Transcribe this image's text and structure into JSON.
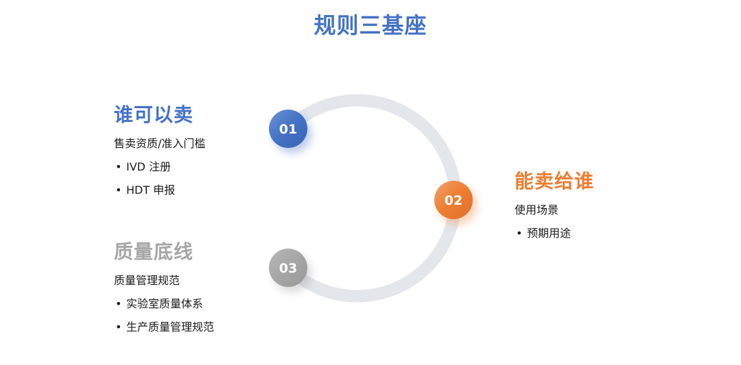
{
  "title": "规则三基座",
  "colors": {
    "blue": "#4472C4",
    "orange": "#ED7D31",
    "gray": "#A6A6A6",
    "ring": "#E3E6EA"
  },
  "nodes": [
    {
      "number": "01",
      "color": "#4472C4"
    },
    {
      "number": "02",
      "color": "#ED7D31"
    },
    {
      "number": "03",
      "color": "#A6A6A6"
    }
  ],
  "blocks": [
    {
      "heading": "谁可以卖",
      "subtitle": "售卖资质/准入门槛",
      "bullets": [
        "IVD 注册",
        "HDT 申报"
      ]
    },
    {
      "heading": "能卖给谁",
      "subtitle": "使用场景",
      "bullets": [
        "预期用途"
      ]
    },
    {
      "heading": "质量底线",
      "subtitle": "质量管理规范",
      "bullets": [
        "实验室质量体系",
        "生产质量管理规范"
      ]
    }
  ],
  "bullet_char": "•"
}
